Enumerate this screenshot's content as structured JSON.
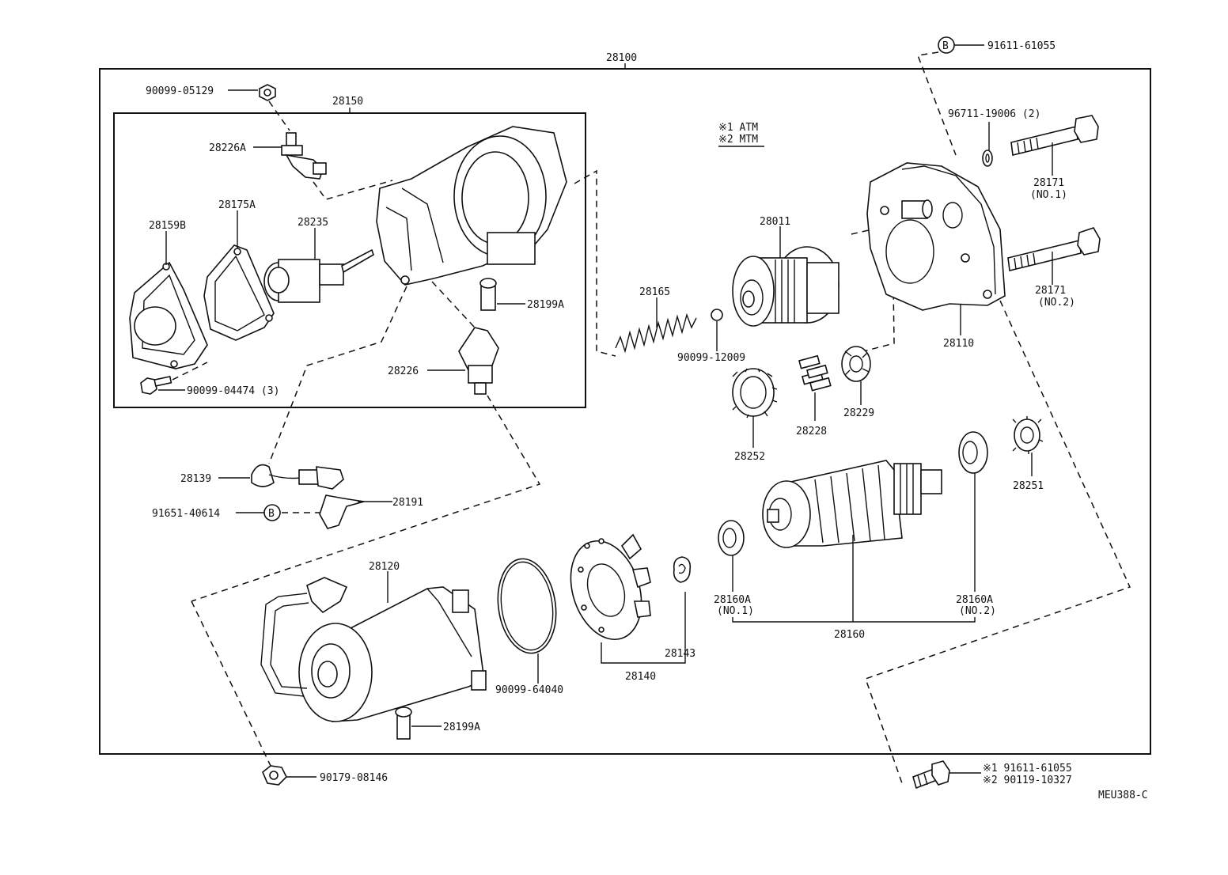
{
  "diagram_code": "MEU388-C",
  "legend": {
    "atm": "※1 ATM",
    "mtm": "※2 MTM"
  },
  "labels": {
    "assy_28100": "28100",
    "bolt_top": "91611-61055",
    "callout_b": "B",
    "p90099_05129": "90099-05129",
    "p28150": "28150",
    "p28226a": "28226A",
    "p28175a": "28175A",
    "p28159b": "28159B",
    "p28235": "28235",
    "p28199a_upper": "28199A",
    "p28226": "28226",
    "p90099_04474": "90099-04474 (3)",
    "p28139": "28139",
    "p91651_40614": "91651-40614",
    "p28191": "28191",
    "p28120": "28120",
    "p90099_64040": "90099-64040",
    "p28199a_lower": "28199A",
    "p90179_08146": "90179-08146",
    "p28140": "28140",
    "p28143": "28143",
    "p28165": "28165",
    "p90099_12009": "90099-12009",
    "p28011": "28011",
    "p28252": "28252",
    "p28228": "28228",
    "p28229": "28229",
    "p96711_19006": "96711-19006 (2)",
    "p28171_no1": "28171",
    "p28171_no1_sub": "(NO.1)",
    "p28171_no2": "28171",
    "p28171_no2_sub": "(NO.2)",
    "p28110": "28110",
    "p28251": "28251",
    "p28160a_no1": "28160A",
    "p28160a_no1_sub": "(NO.1)",
    "p28160a_no2": "28160A",
    "p28160a_no2_sub": "(NO.2)",
    "p28160": "28160",
    "bolt_atm": "※1  91611-61055",
    "bolt_mtm": "※2  90119-10327"
  }
}
